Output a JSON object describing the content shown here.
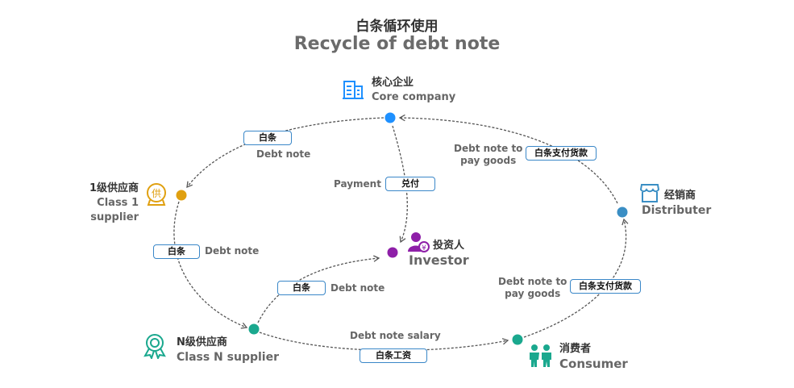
{
  "title": {
    "cn": "白条循环使用",
    "en": "Recycle of debt note"
  },
  "colors": {
    "core": "#1e90ff",
    "class1": "#e0a010",
    "investor": "#8e1fa8",
    "distributer": "#3a8ec4",
    "classn": "#1aa88e",
    "consumer": "#1aa88e",
    "tag_border": "#3a87c8",
    "edge": "#555555"
  },
  "nodes": {
    "core": {
      "cn": "核心企业",
      "en": "Core company",
      "icon": "building-icon"
    },
    "class1": {
      "cn": "1级供应商",
      "en": "Class 1 supplier",
      "icon": "supplier-badge-icon"
    },
    "investor": {
      "cn": "投资人",
      "en": "Investor",
      "icon": "investor-person-icon"
    },
    "distributer": {
      "cn": "经销商",
      "en": "Distributer",
      "icon": "store-icon"
    },
    "classn": {
      "cn": "N级供应商",
      "en": "Class N supplier",
      "icon": "award-ribbon-icon"
    },
    "consumer": {
      "cn": "消费者",
      "en": "Consumer",
      "icon": "people-icon"
    }
  },
  "edges": [
    {
      "from": "core",
      "to": "class1",
      "tag": "白条",
      "text": "Debt note"
    },
    {
      "from": "core",
      "to": "investor",
      "tag": "兑付",
      "text": "Payment"
    },
    {
      "from": "class1",
      "to": "classn",
      "tag": "白条",
      "text": "Debt note"
    },
    {
      "from": "classn",
      "to": "investor",
      "tag": "白条",
      "text": "Debt note"
    },
    {
      "from": "classn",
      "to": "consumer",
      "tag": "白条工资",
      "text": "Debt note salary"
    },
    {
      "from": "consumer",
      "to": "distributer",
      "tag": "白条支付货款",
      "text": "Debt note to pay goods"
    },
    {
      "from": "distributer",
      "to": "core",
      "tag": "白条支付货款",
      "text": "Debt note to pay goods"
    }
  ],
  "edge_text_lines": {
    "consumer_distributer": [
      "Debt note to",
      "pay goods"
    ],
    "distributer_core": [
      "Debt note to",
      "pay goods"
    ]
  }
}
